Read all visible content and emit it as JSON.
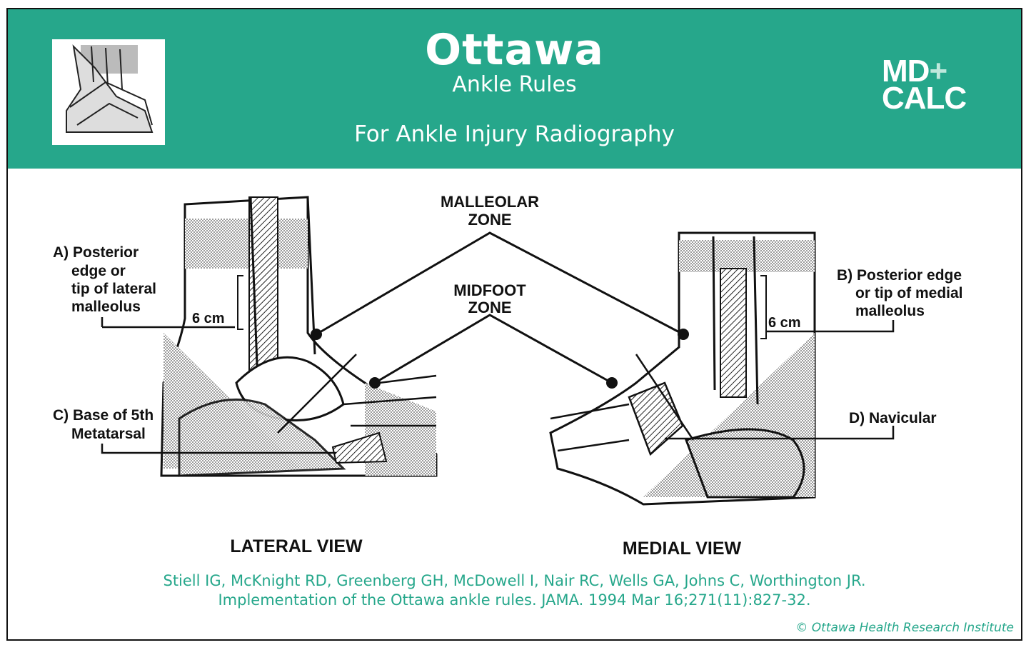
{
  "header": {
    "title": "Ottawa",
    "subtitle": "Ankle Rules",
    "tagline": "For Ankle Injury Radiography",
    "logo_line1": "MD",
    "logo_plus": "+",
    "logo_line2": "CALC",
    "background_color": "#26a78b"
  },
  "diagram": {
    "zone_malleolar_line1": "MALLEOLAR",
    "zone_malleolar_line2": "ZONE",
    "zone_midfoot_line1": "MIDFOOT",
    "zone_midfoot_line2": "ZONE",
    "label_a": [
      "A) Posterior",
      "edge or",
      "tip of lateral",
      "malleolus"
    ],
    "label_b": [
      "B) Posterior edge",
      "or tip of medial",
      "malleolus"
    ],
    "label_c": [
      "C) Base of 5th",
      "Metatarsal"
    ],
    "label_d": "D) Navicular",
    "measure_left": "6 cm",
    "measure_right": "6 cm",
    "view_left": "LATERAL VIEW",
    "view_right": "MEDIAL VIEW"
  },
  "citation": {
    "line1": "Stiell IG, McKnight RD, Greenberg GH, McDowell I, Nair RC, Wells GA, Johns C, Worthington JR.",
    "line2": "Implementation of the Ottawa ankle rules. JAMA. 1994 Mar 16;271(11):827-32."
  },
  "copyright": "© Ottawa Health Research Institute"
}
